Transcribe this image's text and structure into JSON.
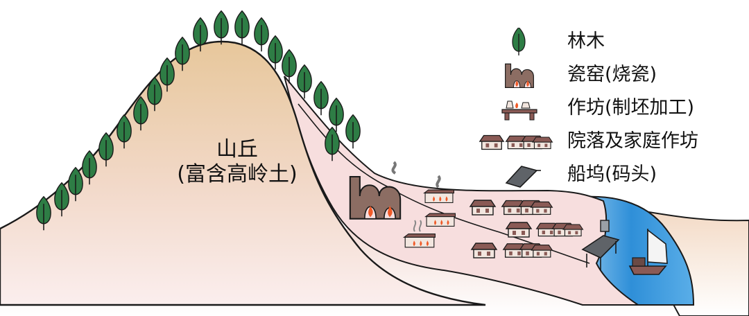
{
  "hill": {
    "title": "山丘",
    "subtitle": "(富含高岭土)"
  },
  "legend": {
    "items": [
      {
        "icon": "tree-icon",
        "label": "林木"
      },
      {
        "icon": "kiln-icon",
        "label": "瓷窑(烧瓷)"
      },
      {
        "icon": "workshop-icon",
        "label": "作坊(制坯加工)"
      },
      {
        "icon": "houses-icon",
        "label": "院落及家庭作坊"
      },
      {
        "icon": "dock-icon",
        "label": "船坞(码头)"
      }
    ]
  },
  "colors": {
    "tree": "#2e7d45",
    "hill_top": "#e8c9a0",
    "hill_bottom": "#f6dede",
    "valley": "#f7dede",
    "river": "#2f8fd8",
    "roof": "#8a5a55",
    "fire": "#f05a28",
    "ink": "#222222"
  }
}
